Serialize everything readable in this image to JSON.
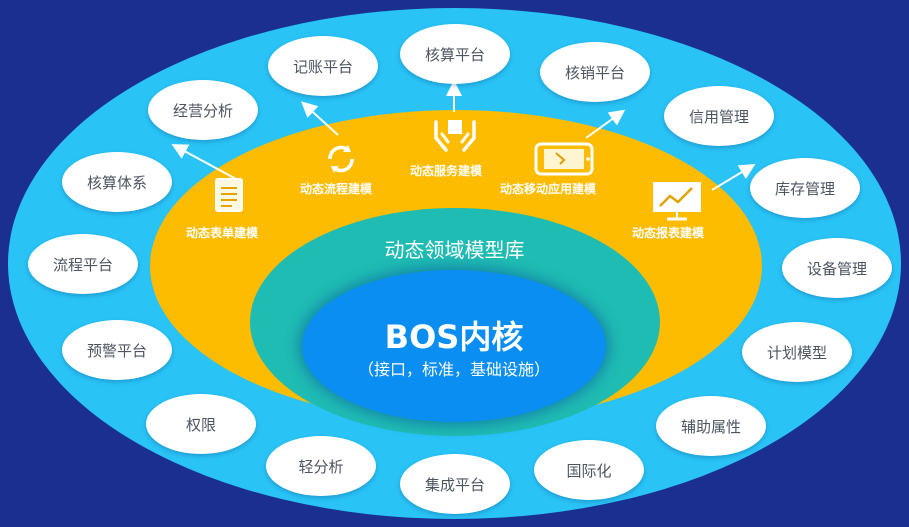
{
  "core": {
    "title": "BOS内核",
    "subtitle": "（接口，标准，基础设施）"
  },
  "domain_library": {
    "title": "动态领域模型库"
  },
  "tools": {
    "form": "动态表单建模",
    "process": "动态流程建模",
    "service": "动态服务建模",
    "mobile": "动态移动应用建模",
    "report": "动态报表建模"
  },
  "platforms": {
    "bookkeeping": "记账平台",
    "accounting": "核算平台",
    "write_off": "核销平台",
    "credit": "信用管理",
    "inventory": "库存管理",
    "equipment": "设备管理",
    "plan_model": "计划模型",
    "aux_attr": "辅助属性",
    "i18n": "国际化",
    "integration": "集成平台",
    "light_analysis": "轻分析",
    "permission": "权限",
    "warning": "预警平台",
    "workflow": "流程平台",
    "accounting_system": "核算体系",
    "business_analysis": "经营分析"
  },
  "colors": {
    "background": "#1a2f8f",
    "outer_ring": "#29c3f6",
    "tool_ring": "#fdbc00",
    "domain_ring": "#1fbcb3",
    "core": "#0b8ef2",
    "pill": "#ffffff"
  }
}
